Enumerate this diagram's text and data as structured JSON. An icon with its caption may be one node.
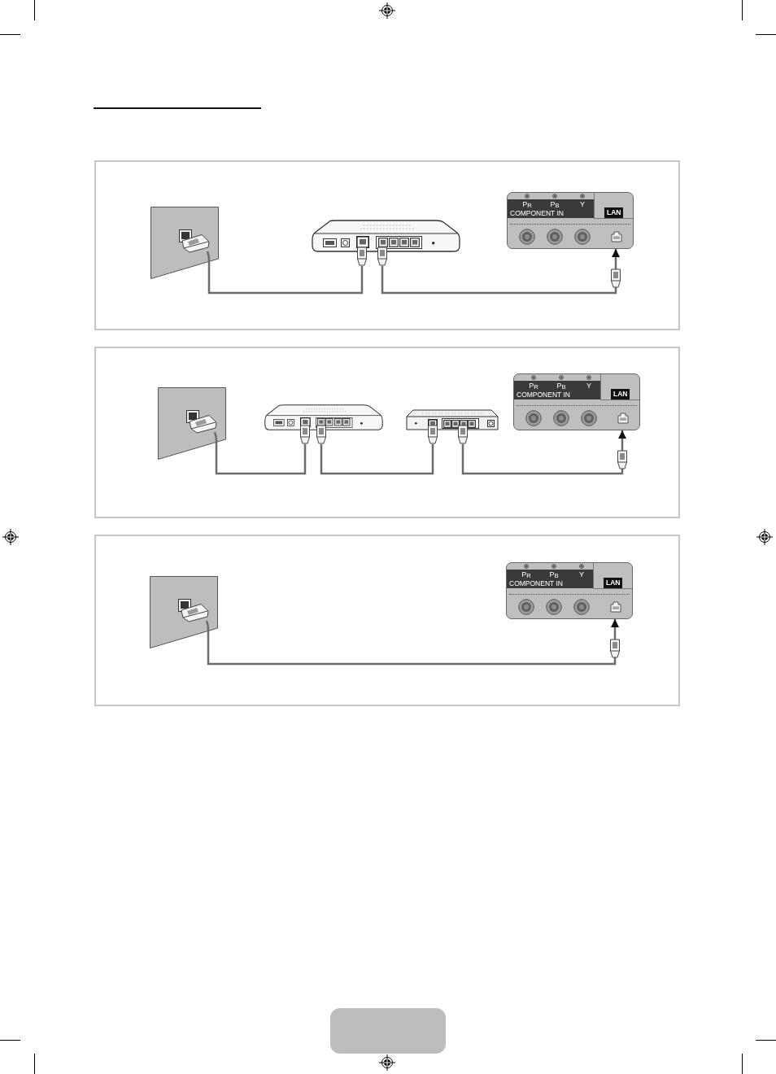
{
  "diagram": {
    "nodes": [
      {
        "text": [],
        "shape": "box"
      },
      {
        "text": [],
        "shape": "picture",
        "in": 0
      },
      {
        "text": [],
        "shape": "picture",
        "in": 0
      },
      {
        "text": [
          "P$_{R}$",
          "P$_{B}$",
          "Y",
          "COMPONENT IN",
          "LAN"
        ],
        "in": 0
      },
      {
        "text": [],
        "shape": "box"
      },
      {
        "text": [],
        "shape": "picture",
        "in": 4
      },
      {
        "text": [],
        "shape": "picture",
        "in": 4
      },
      {
        "text": [],
        "shape": "picture",
        "in": 4
      },
      {
        "text": [
          "P$_{R}$",
          "P$_{B}$",
          "Y",
          "COMPONENT IN",
          "LAN"
        ],
        "in": 4
      },
      {
        "text": [],
        "shape": "box"
      },
      {
        "text": [],
        "shape": "picture",
        "in": 9
      },
      {
        "text": [
          "P$_{R}$",
          "P$_{B}$",
          "Y",
          "COMPONENT IN",
          "LAN"
        ],
        "in": 9
      }
    ],
    "edges": [
      {
        "from": 1,
        "to": 2,
        "arrow": "none"
      },
      {
        "from": 2,
        "to": 3,
        "arrow": "to"
      },
      {
        "from": 5,
        "to": 6,
        "arrow": "none"
      },
      {
        "from": 6,
        "to": 7,
        "arrow": "none"
      },
      {
        "from": 7,
        "to": 8,
        "arrow": "to"
      },
      {
        "from": 10,
        "to": 11,
        "arrow": "to"
      }
    ]
  }
}
